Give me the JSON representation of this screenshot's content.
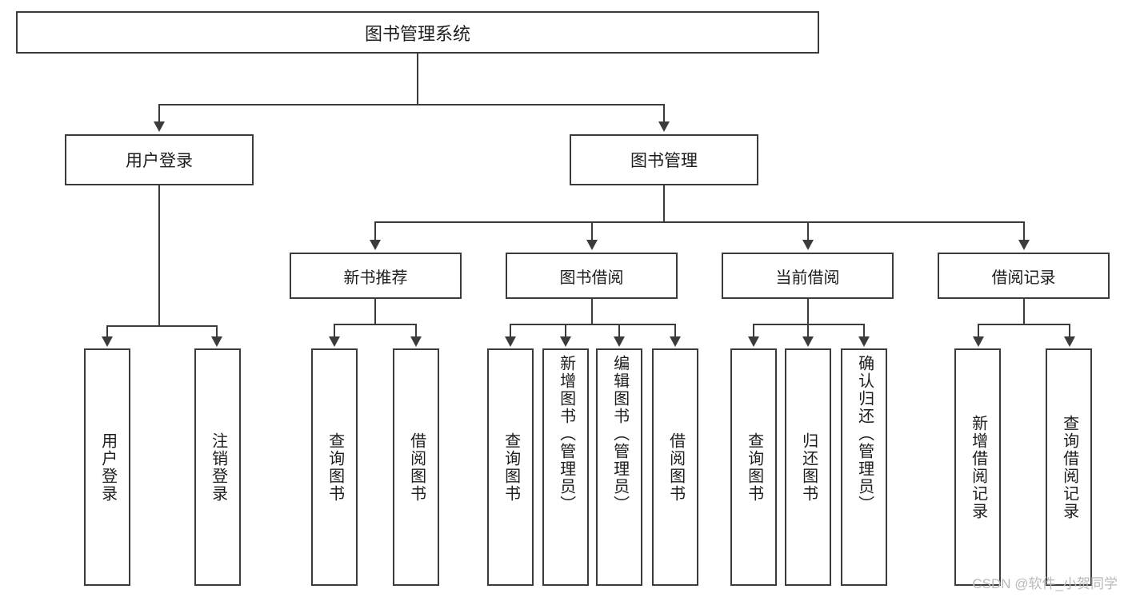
{
  "diagram": {
    "type": "tree-hierarchy",
    "title": "图书管理系统",
    "root": {
      "label": "图书管理系统",
      "children": [
        {
          "label": "用户登录",
          "children": [
            {
              "label": "用户登录"
            },
            {
              "label": "注销登录"
            }
          ]
        },
        {
          "label": "图书管理",
          "children": [
            {
              "label": "新书推荐",
              "children": [
                {
                  "label": "查询图书"
                },
                {
                  "label": "借阅图书"
                }
              ]
            },
            {
              "label": "图书借阅",
              "children": [
                {
                  "label": "查询图书"
                },
                {
                  "label": "新增图书（管理员）"
                },
                {
                  "label": "编辑图书（管理员）"
                },
                {
                  "label": "借阅图书"
                }
              ]
            },
            {
              "label": "当前借阅",
              "children": [
                {
                  "label": "查询图书"
                },
                {
                  "label": "归还图书"
                },
                {
                  "label": "确认归还（管理员）"
                }
              ]
            },
            {
              "label": "借阅记录",
              "children": [
                {
                  "label": "新增借阅记录"
                },
                {
                  "label": "查询借阅记录"
                }
              ]
            }
          ]
        }
      ]
    },
    "nodes": {
      "root": "图书管理系统",
      "l1_user_login": "用户登录",
      "l1_book_manage": "图书管理",
      "l2_new_book": "新书推荐",
      "l2_book_borrow": "图书借阅",
      "l2_current_borrow": "当前借阅",
      "l2_borrow_record": "借阅记录",
      "leaf_user_login": "用户登录",
      "leaf_logout": "注销登录",
      "leaf_nb_query": "查询图书",
      "leaf_nb_borrow": "借阅图书",
      "leaf_bb_query": "查询图书",
      "leaf_bb_add": "新增图书（管理员）",
      "leaf_bb_edit": "编辑图书（管理员）",
      "leaf_bb_borrow": "借阅图书",
      "leaf_cb_query": "查询图书",
      "leaf_cb_return": "归还图书",
      "leaf_cb_confirm": "确认归还（管理员）",
      "leaf_br_add": "新增借阅记录",
      "leaf_br_query": "查询借阅记录"
    },
    "watermark": "CSDN @软件_小贺同学",
    "colors": {
      "stroke": "#3b3b3b",
      "fill": "#ffffff",
      "text": "#1d1d1d",
      "watermark": "#b9b9b9"
    }
  }
}
